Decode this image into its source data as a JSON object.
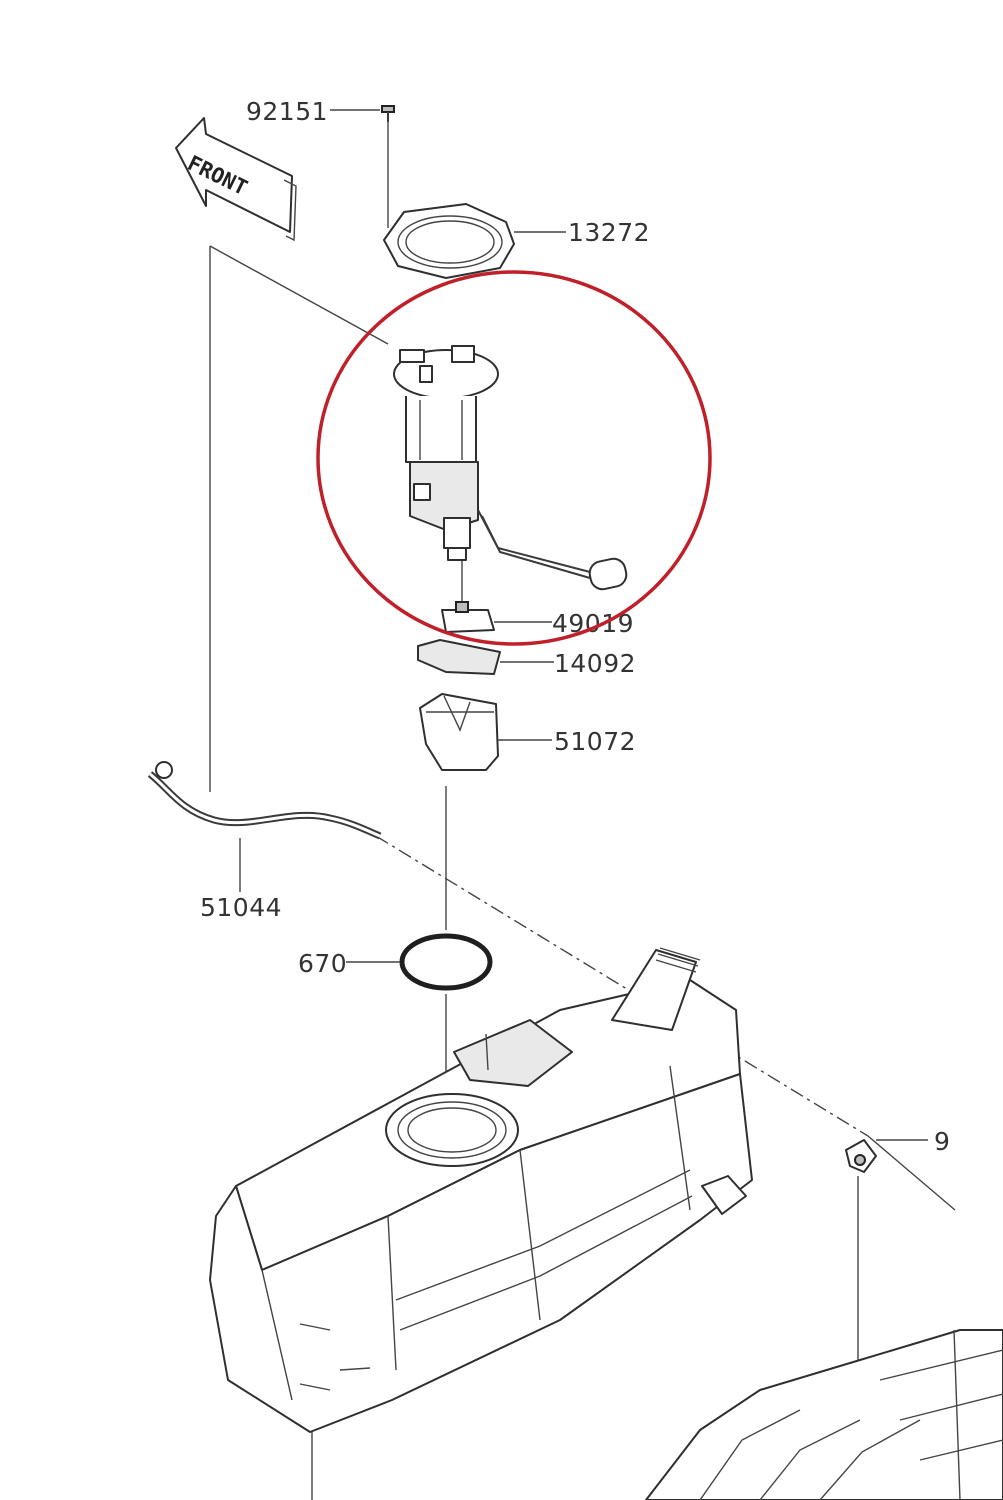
{
  "diagram": {
    "front_arrow_label": "FRONT",
    "highlight_color": "#c0202a",
    "line_color": "#3a3a3a",
    "parts": [
      {
        "id": "92151",
        "label": "92151"
      },
      {
        "id": "13272",
        "label": "13272"
      },
      {
        "id": "49019",
        "label": "49019"
      },
      {
        "id": "14092",
        "label": "14092"
      },
      {
        "id": "51072",
        "label": "51072"
      },
      {
        "id": "51044",
        "label": "51044"
      },
      {
        "id": "670",
        "label": "670"
      },
      {
        "id": "9",
        "label": "9"
      }
    ]
  }
}
